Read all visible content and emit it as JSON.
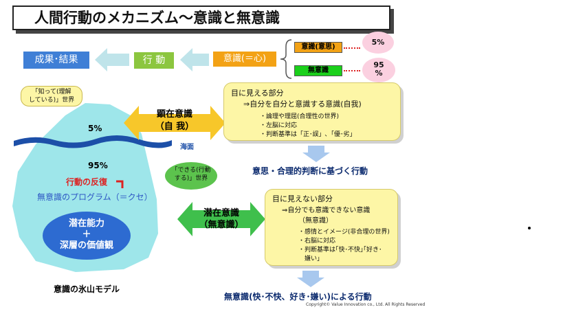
{
  "title": "人間行動のメカニズム〜意識と無意識",
  "flow": {
    "result": "成果･結果",
    "action": "行 動",
    "consciousness": "意識(＝心)"
  },
  "levels": {
    "conscious_label": "意識(意思)",
    "conscious_pct": "5%",
    "unconscious_label": "無意識",
    "unconscious_pct": "95\n%"
  },
  "iceberg": {
    "callout_top": "「知って(理解\nしている)」世界",
    "tip_pct": "5%",
    "sea_label": "海面",
    "body_pct": "95%",
    "repeat_label": "行動の反復",
    "program_label": "無意識のプログラム（＝クセ）",
    "callout_can": "「できる(行動\nする)」世界",
    "core_line1": "潜在能力",
    "core_plus": "＋",
    "core_line2": "深層の価値観",
    "model_label": "意識の氷山モデル"
  },
  "manifest": {
    "arrow_line1": "顕在意識",
    "arrow_line2": "（自 我）",
    "panel_title": "目に見える部分",
    "panel_sub": "⇒自分を自分と意識する意識(自我)",
    "bullets": [
      "・論理や理屈(合理性の世界)",
      "・左脳に対応",
      "・判断基準は「正･誤」､「優･劣」"
    ],
    "result": "意思・合理的判断に基づく行動"
  },
  "latent": {
    "arrow_line1": "潜在意識",
    "arrow_line2": "（無意識）",
    "panel_title": "目に見えない部分",
    "panel_sub": "⇒自分でも意識できない意識",
    "panel_sub2": "（無意識）",
    "bullets": [
      "・感情とイメージ(非合理の世界)",
      "・右脳に対応",
      "・判断基準は｢快･不快｣｢好き･",
      "　嫌い｣"
    ],
    "result": "無意識(快･不快、好き･嫌い)による行動"
  },
  "copyright": "Copyright© Value Innovation co., Ltd. All Rights Reserved",
  "colors": {
    "blue": "#3f7fd6",
    "green": "#8cc63f",
    "orange": "#f3a215",
    "iceberg": "#9ee6ea",
    "sea": "#1c4fa8",
    "core": "#2d6bd1"
  }
}
